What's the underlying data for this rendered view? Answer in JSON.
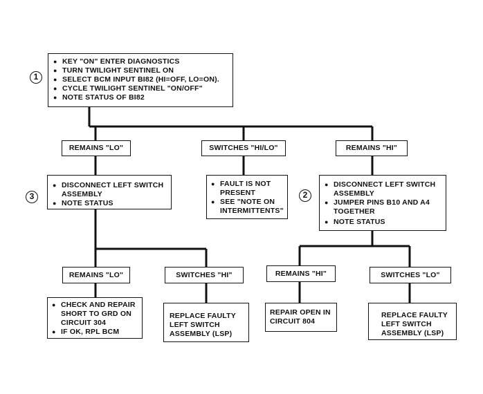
{
  "steps": {
    "step1": "1",
    "step2": "2",
    "step3": "3"
  },
  "start_box": {
    "items": [
      "KEY \"ON\" ENTER DIAGNOSTICS",
      "TURN TWILIGHT SENTINEL ON",
      "SELECT BCM INPUT BI82 (HI=OFF, LO=ON).",
      "NOTE STATUS OF BI82"
    ],
    "continuation": "CYCLE TWILIGHT SENTINEL \"ON/OFF\""
  },
  "branch_left": {
    "label": "REMAINS \"LO\""
  },
  "branch_mid": {
    "label": "SWITCHES \"HI/LO\""
  },
  "branch_right": {
    "label": "REMAINS \"HI\""
  },
  "step3_box": {
    "items": [
      "DISCONNECT LEFT SWITCH ASSEMBLY",
      "NOTE STATUS"
    ]
  },
  "fault_box": {
    "items": [
      "FAULT IS NOT PRESENT",
      "SEE \"NOTE ON INTERMITTENTS\""
    ]
  },
  "step2_box": {
    "items": [
      "DISCONNECT LEFT SWITCH ASSEMBLY",
      "JUMPER PINS B10 AND A4 TOGETHER",
      "NOTE STATUS"
    ]
  },
  "lower_left": {
    "remains_lo": "REMAINS \"LO\"",
    "switches_hi": "SWITCHES \"HI\""
  },
  "lower_right": {
    "remains_hi": "REMAINS \"HI\"",
    "switches_lo": "SWITCHES \"LO\""
  },
  "check_box": {
    "items": [
      "CHECK AND REPAIR SHORT TO GRD ON CIRCUIT 304",
      "IF OK, RPL BCM"
    ]
  },
  "replace_left": {
    "text": "REPLACE FAULTY LEFT SWITCH ASSEMBLY (LSP)"
  },
  "repair_box": {
    "text": "REPAIR OPEN IN CIRCUIT 804"
  },
  "replace_right": {
    "text": "REPLACE FAULTY LEFT SWITCH ASSEMBLY (LSP)"
  }
}
